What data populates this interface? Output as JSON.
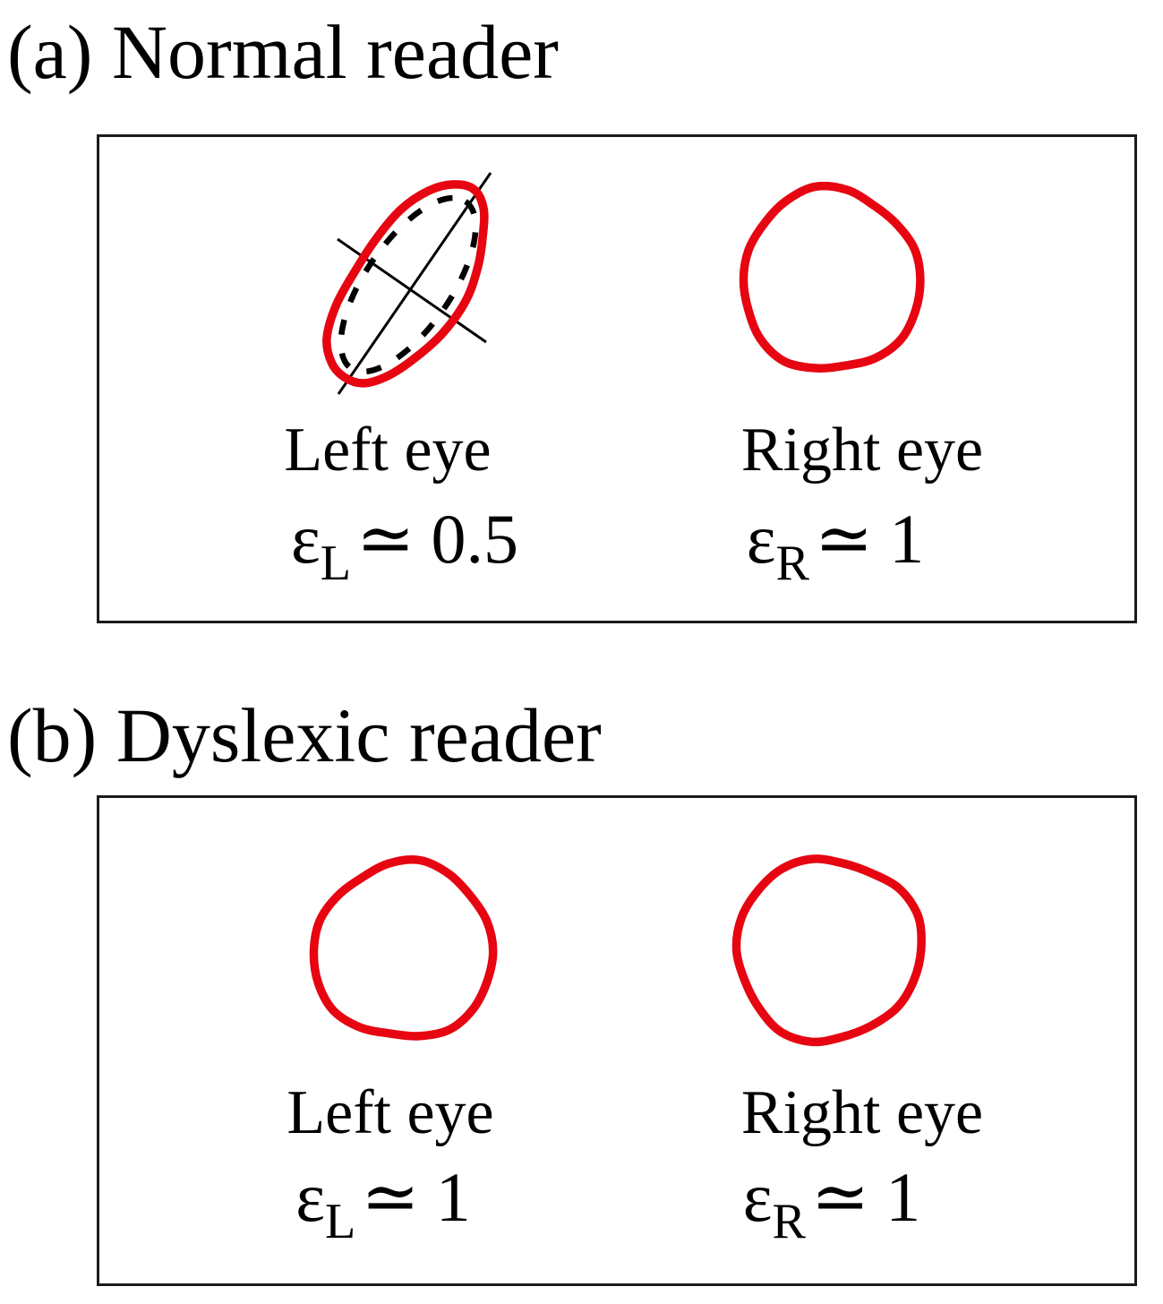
{
  "figure": {
    "colors": {
      "gaze_outline_red": "#e60510",
      "ink": "#000000"
    },
    "panels": [
      {
        "id": "a",
        "title": "(a) Normal reader",
        "eyes": [
          {
            "label": "Left eye",
            "symbol": "ε",
            "sub": "L",
            "relation": "≃",
            "value": "0.5",
            "shape": "tilted-ellipse-with-dashed-fit-and-axes"
          },
          {
            "label": "Right eye",
            "symbol": "ε",
            "sub": "R",
            "relation": "≃",
            "value": "1",
            "shape": "circle"
          }
        ]
      },
      {
        "id": "b",
        "title": "(b) Dyslexic reader",
        "eyes": [
          {
            "label": "Left eye",
            "symbol": "ε",
            "sub": "L",
            "relation": "≃",
            "value": "1",
            "shape": "circle"
          },
          {
            "label": "Right eye",
            "symbol": "ε",
            "sub": "R",
            "relation": "≃",
            "value": "1",
            "shape": "circle"
          }
        ]
      }
    ]
  }
}
